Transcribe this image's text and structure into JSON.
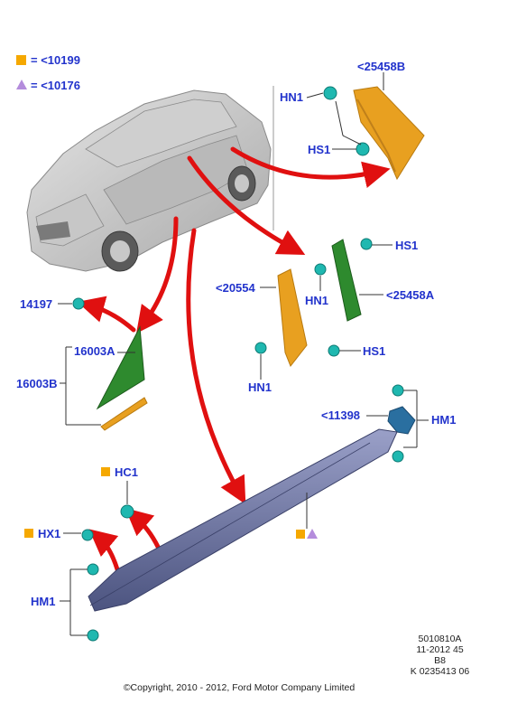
{
  "legend": {
    "orange_text": "= <10199",
    "purple_text": "= <10176"
  },
  "callouts": {
    "hn1_top": "HN1",
    "hs1_top": "HS1",
    "part_25458b": "<25458B",
    "hs1_mid_top": "HS1",
    "part_20554": "<20554",
    "hn1_mid": "HN1",
    "part_25458a": "<25458A",
    "hs1_mid_bottom": "HS1",
    "hn1_lower": "HN1",
    "part_14197": "14197",
    "part_16003a": "16003A",
    "part_16003b": "16003B",
    "part_11398": "<11398",
    "hm1_right": "HM1",
    "hc1": "HC1",
    "hx1": "HX1",
    "hm1_left": "HM1"
  },
  "meta": {
    "ref1": "5010810A",
    "ref2": "11-2012 45",
    "ref3": "B8",
    "ref4": "K 0235413 06",
    "copyright": "©Copyright, 2010 - 2012, Ford Motor Company Limited"
  },
  "colors": {
    "label": "#2233cc",
    "orange_marker": "#f5a800",
    "purple_marker": "#b48cdc",
    "arrow": "#e01010",
    "orange_part": "#e8a020",
    "green_part": "#2e8a2e",
    "teal_clip": "#1fb8b0",
    "sill_blue": "#6f78a8"
  },
  "icons": [
    "car-illustration",
    "clip-icon",
    "orange-square-icon",
    "purple-triangle-icon"
  ]
}
